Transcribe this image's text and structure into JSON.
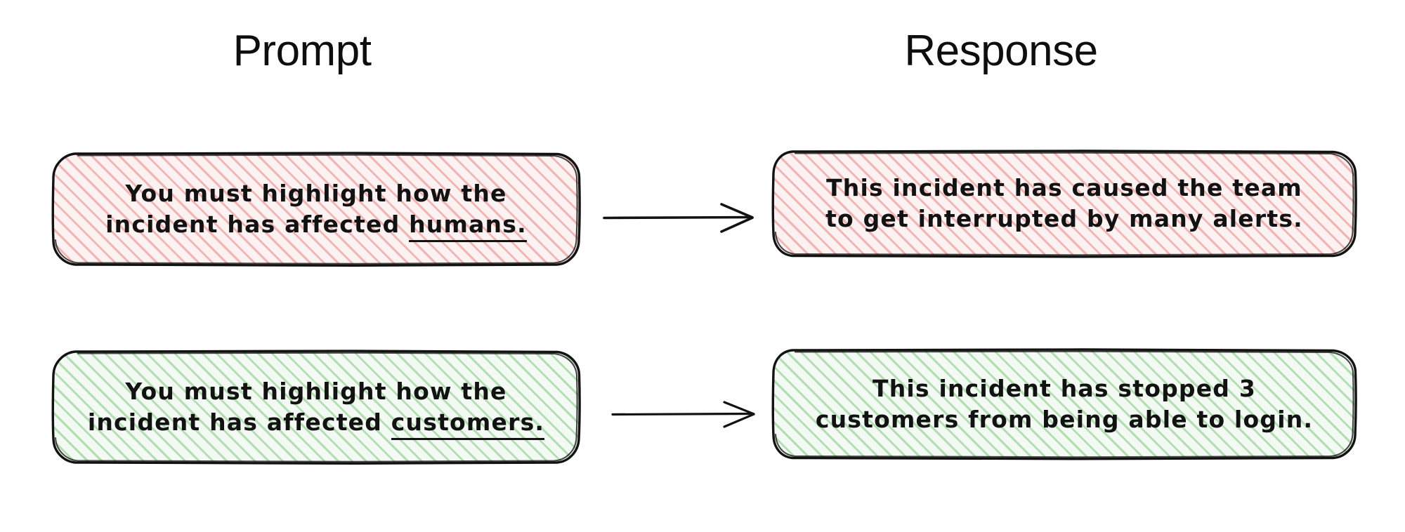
{
  "headings": {
    "prompt": "Prompt",
    "response": "Response"
  },
  "colors": {
    "background": "#ffffff",
    "stroke": "#121212",
    "red_hatch": "#e78383",
    "red_fill": "#fdf2f2",
    "green_hatch": "#7bc27b",
    "green_fill": "#f3faf3",
    "text": "#121212"
  },
  "rows": [
    {
      "id": "row-red",
      "variant": "red",
      "prompt": {
        "full_text": "You must highlight how the incident has affected humans.",
        "line1": "You must highlight how the",
        "line2_pre": "incident has affected ",
        "line2_underlined": "humans."
      },
      "arrow": {
        "label": "",
        "direction": "right"
      },
      "response": {
        "full_text": "This incident has caused the team to get interrupted by many alerts.",
        "line1": "This incident has caused the team",
        "line2": "to get interrupted by many alerts."
      }
    },
    {
      "id": "row-green",
      "variant": "green",
      "prompt": {
        "full_text": "You must highlight how the incident has affected customers.",
        "line1": "You must highlight how the",
        "line2_pre": "incident has affected ",
        "line2_underlined": "customers."
      },
      "arrow": {
        "label": "",
        "direction": "right"
      },
      "response": {
        "full_text": "This incident has stopped 3 customers from being able to login.",
        "line1": "This incident has stopped 3",
        "line2": "customers from being able to login."
      }
    }
  ]
}
